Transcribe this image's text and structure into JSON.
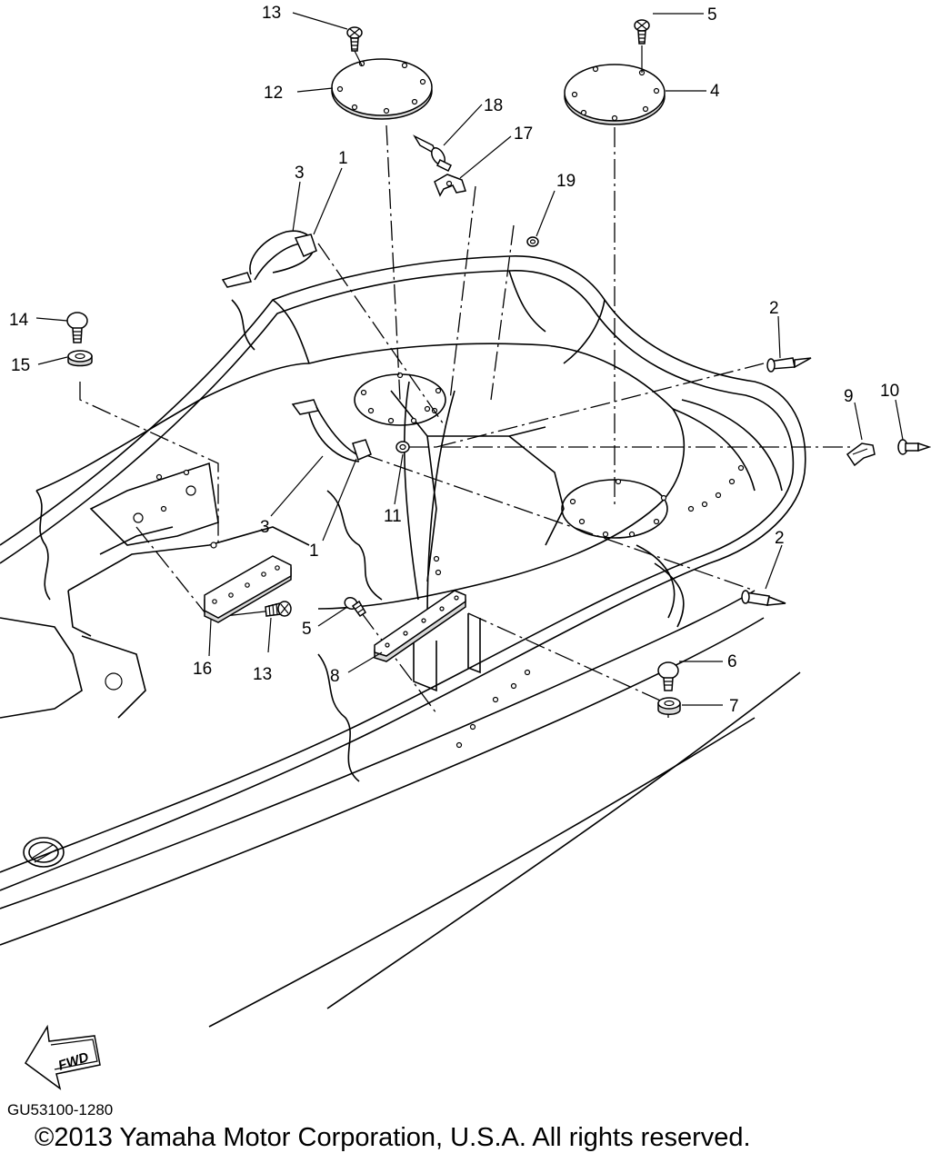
{
  "callouts": {
    "c1a": "1",
    "c1b": "1",
    "c2a": "2",
    "c2b": "2",
    "c3a": "3",
    "c3b": "3",
    "c4": "4",
    "c5a": "5",
    "c5b": "5",
    "c6": "6",
    "c7": "7",
    "c8": "8",
    "c9": "9",
    "c10": "10",
    "c11": "11",
    "c12": "12",
    "c13a": "13",
    "c13b": "13",
    "c14": "14",
    "c15": "15",
    "c16": "16",
    "c17": "17",
    "c18": "18",
    "c19": "19"
  },
  "fwd_label": "FWD",
  "catalog_code": "GU53100-1280",
  "copyright": "©2013 Yamaha Motor Corporation, U.S.A. All rights reserved."
}
